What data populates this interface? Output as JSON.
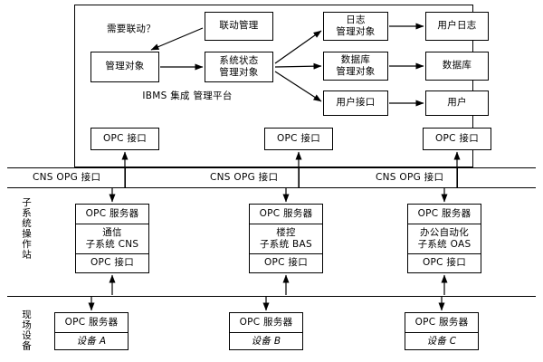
{
  "diagram": {
    "title_ibms": {
      "line1": "IBMS 集成",
      "line2": "管理平台"
    },
    "question_label": "需要联动？",
    "platform": {
      "linkage_mgmt": "联动管理",
      "managed_object": "管理对象",
      "sys_state_obj": {
        "line1": "系统状态",
        "line2": "管理对象"
      },
      "log_mgmt_obj": {
        "line1": "日志",
        "line2": "管理对象"
      },
      "db_mgmt_obj": {
        "line1": "数据库",
        "line2": "管理对象"
      },
      "user_interface": "用户接口",
      "user_log": "用户日志",
      "database": "数据库",
      "user": "用户",
      "opc_interface_1": "OPC 接口",
      "opc_interface_2": "OPC 接口",
      "opc_interface_3": "OPC 接口"
    },
    "bus": {
      "label_1": "CNS  OPG  接口",
      "label_2": "CNS  OPG  接口",
      "label_3": "CNS  OPG  接口"
    },
    "side_labels": {
      "subsystem_station": "子系统操作站",
      "field_device": "现场设备"
    },
    "subsystems": [
      {
        "server": "OPC 服务器",
        "name_line1": "通信",
        "name_line2": "子系统 CNS",
        "interface": "OPC 接口"
      },
      {
        "server": "OPC 服务器",
        "name_line1": "楼控",
        "name_line2": "子系统 BAS",
        "interface": "OPC 接口"
      },
      {
        "server": "OPC 服务器",
        "name_line1": "办公自动化",
        "name_line2": "子系统 OAS",
        "interface": "OPC 接口"
      }
    ],
    "devices": [
      {
        "server": "OPC 服务器",
        "name": "设备 A"
      },
      {
        "server": "OPC 服务器",
        "name": "设备 B"
      },
      {
        "server": "OPC 服务器",
        "name": "设备 C"
      }
    ],
    "colors": {
      "stroke": "#000000",
      "background": "#ffffff"
    }
  }
}
